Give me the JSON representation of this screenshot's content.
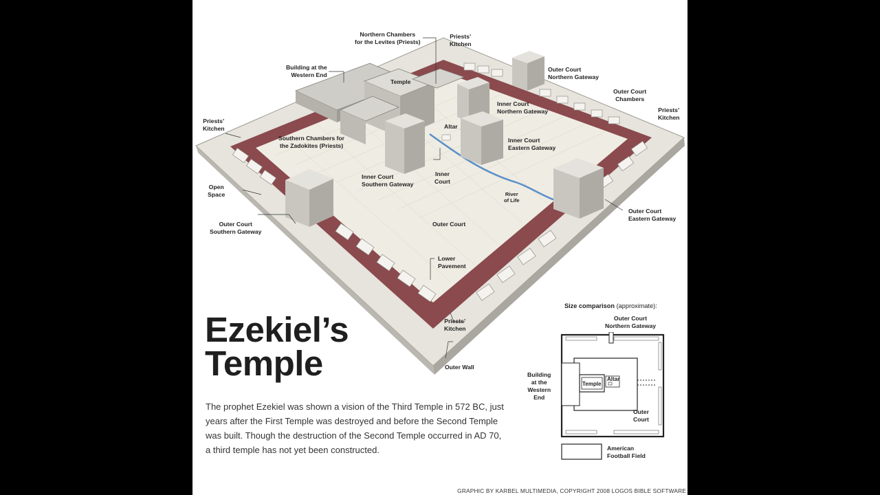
{
  "title": {
    "line1": "Ezekiel’s",
    "line2": "Temple"
  },
  "description": "The prophet Ezekiel was shown a vision of the Third Temple in 572 BC, just years after the First Temple was destroyed and before the Second Temple was built. Though the destruction of the Second Temple occurred in AD 70, a third temple has not yet been constructed.",
  "credit": "GRAPHIC BY KARBEL MULTIMEDIA, COPYRIGHT 2008 LOGOS BIBLE SOFTWARE",
  "labels": {
    "northern_chambers_1": "Northern  Chambers",
    "northern_chambers_2": "for the Levites (Priests)",
    "priests_kitchen_nw_1": "Priests’",
    "priests_kitchen_nw_2": "Kitchen",
    "building_western_end_1": "Building at the",
    "building_western_end_2": "Western End",
    "temple": "Temple",
    "outer_court_northern_gateway_1": "Outer Court",
    "outer_court_northern_gateway_2": "Northern Gateway",
    "outer_court_chambers_1": "Outer Court",
    "outer_court_chambers_2": "Chambers",
    "priests_kitchen_ne_1": "Priests’",
    "priests_kitchen_ne_2": "Kitchen",
    "inner_court_northern_gateway_1": "Inner Court",
    "inner_court_northern_gateway_2": "Northern Gateway",
    "priests_kitchen_w_1": "Priests’",
    "priests_kitchen_w_2": "Kitchen",
    "altar": "Altar",
    "southern_chambers_1": "Southern Chambers for",
    "southern_chambers_2": "the Zadokites (Priests)",
    "inner_court_eastern_gateway_1": "Inner Court",
    "inner_court_eastern_gateway_2": "Eastern Gateway",
    "inner_court_1": "Inner",
    "inner_court_2": "Court",
    "inner_court_southern_gateway_1": "Inner Court",
    "inner_court_southern_gateway_2": "Southern Gateway",
    "open_space_1": "Open",
    "open_space_2": "Space",
    "river_of_life_1": "River",
    "river_of_life_2": "of Life",
    "outer_court_eastern_gateway_1": "Outer Court",
    "outer_court_eastern_gateway_2": "Eastern Gateway",
    "outer_court_southern_gateway_1": "Outer Court",
    "outer_court_southern_gateway_2": "Southern Gateway",
    "outer_court": "Outer Court",
    "lower_pavement_1": "Lower",
    "lower_pavement_2": "Pavement",
    "priests_kitchen_s_1": "Priests’",
    "priests_kitchen_s_2": "Kitchen",
    "outer_wall": "Outer Wall"
  },
  "size_comparison": {
    "title_bold": "Size comparison",
    "title_rest": " (approximate):",
    "northern_gateway_1": "Outer Court",
    "northern_gateway_2": "Northern Gateway",
    "building_1": "Building",
    "building_2": "at the",
    "building_3": "Western",
    "building_4": "End",
    "temple": "Temple",
    "altar": "Altar",
    "outer_court_1": "Outer",
    "outer_court_2": "Court",
    "football_1": "American",
    "football_2": "Football Field"
  },
  "colors": {
    "pavement": "#8a4a4e",
    "courtyard": "#efece3",
    "walls": "#e6e4dd",
    "buildings": "#d8d6d0",
    "river": "#5a8fc8"
  }
}
